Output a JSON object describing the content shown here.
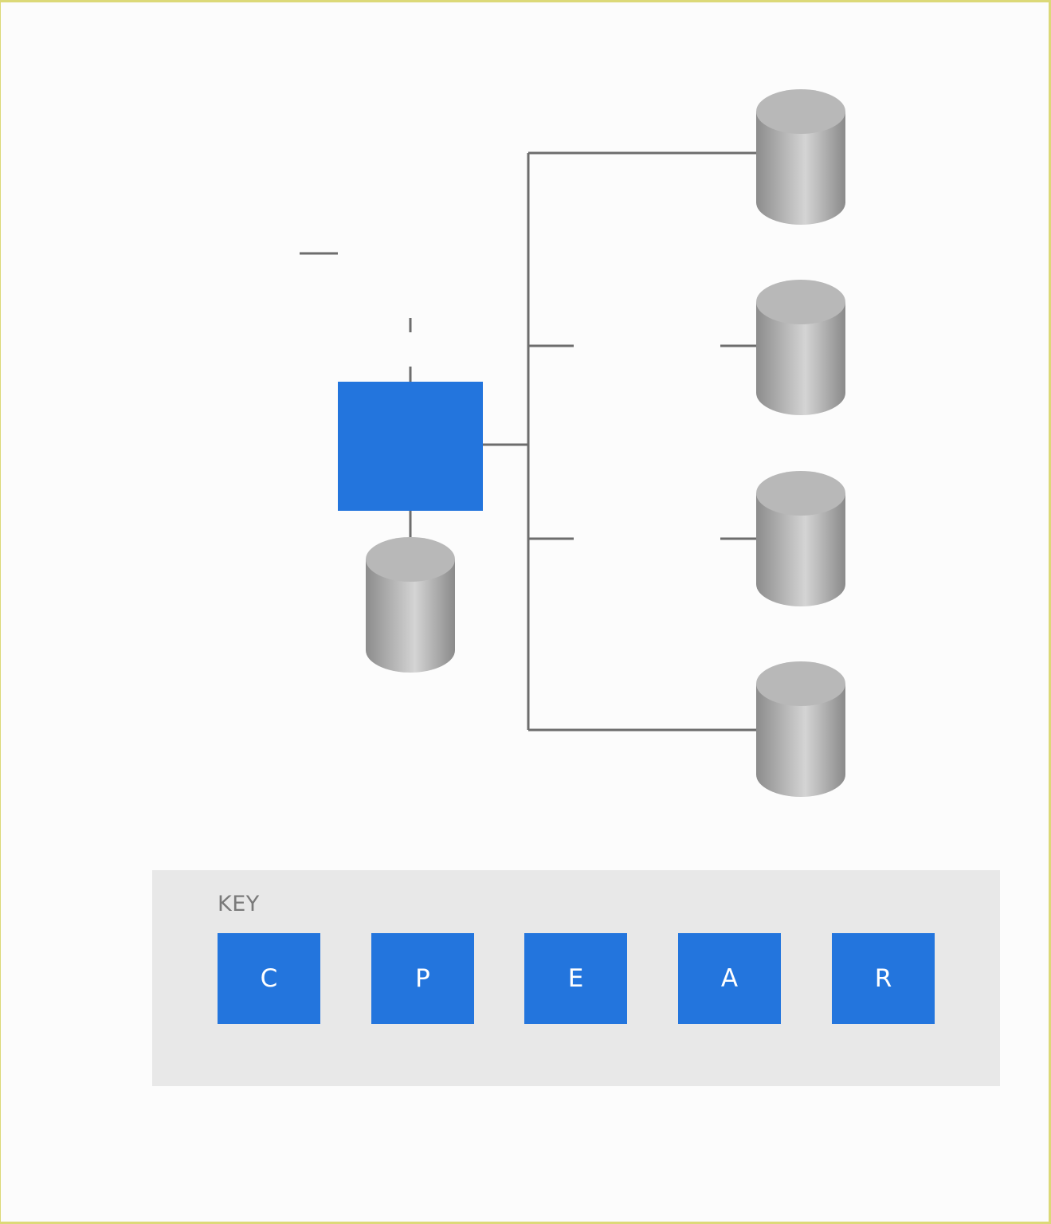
{
  "colors": {
    "frame_border": "#dcd978",
    "process_box": "#2375dd",
    "connector_line": "#6d6d6d",
    "database_cylinder": "#b8b8b8",
    "key_background": "#e8e8e8"
  },
  "icons": {
    "database": "database-cylinder-icon"
  },
  "key": {
    "title": "KEY",
    "items": [
      {
        "letter": "C"
      },
      {
        "letter": "P"
      },
      {
        "letter": "E"
      },
      {
        "letter": "A"
      },
      {
        "letter": "R"
      }
    ]
  }
}
